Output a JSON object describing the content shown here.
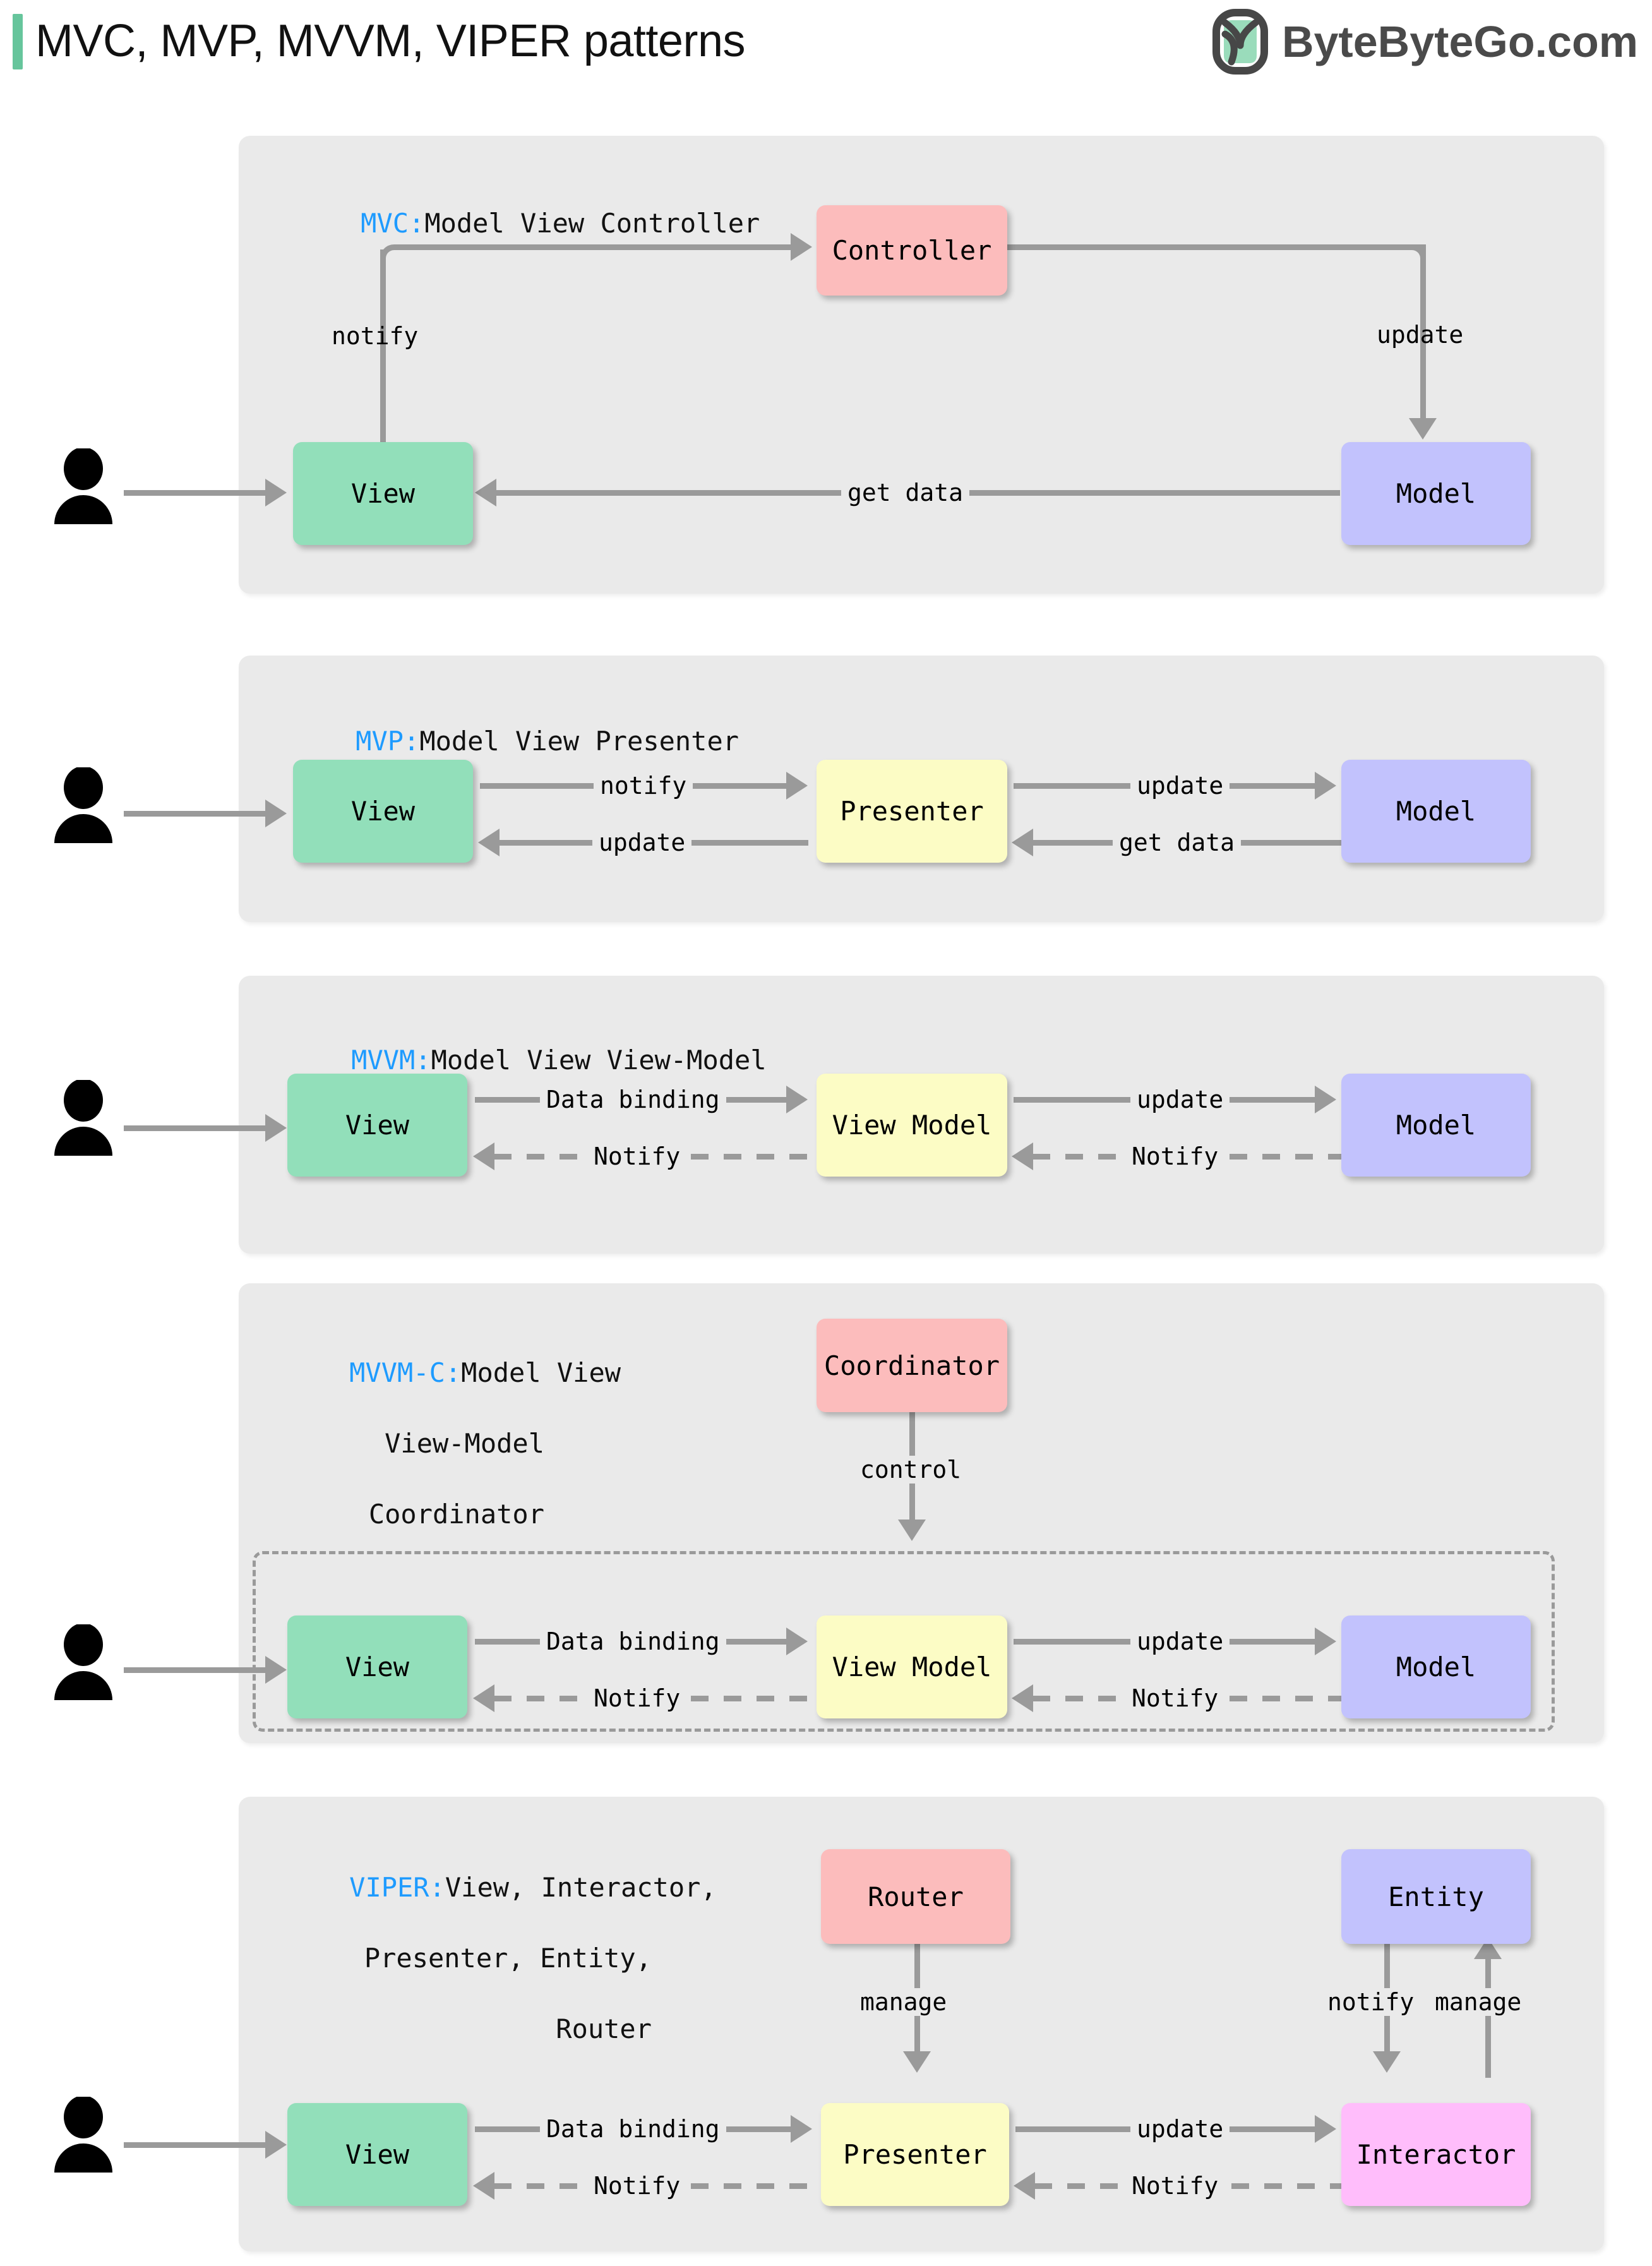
{
  "header": {
    "title": "MVC, MVP, MVVM, VIPER patterns",
    "brand": "ByteByteGo.com",
    "logo_icon": "bytebytego-leaf-logo-icon",
    "accent_color": "#66C59C"
  },
  "colors": {
    "panel_bg": "#EAEAEA",
    "view": "#92DFBA",
    "model": "#C2C2FD",
    "controller": "#FCBCBC",
    "presenter": "#FCFCC5",
    "interactor": "#FFBDFB",
    "arrow": "#9A9A9A",
    "label_key": "#1E9BFF"
  },
  "sections": [
    {
      "id": "mvc",
      "key": "MVC:",
      "title_lines": [
        "Model View Controller"
      ],
      "nodes": [
        {
          "id": "view",
          "label": "View"
        },
        {
          "id": "controller",
          "label": "Controller"
        },
        {
          "id": "model",
          "label": "Model"
        }
      ],
      "edges": [
        {
          "from": "view",
          "to": "controller",
          "label": "notify"
        },
        {
          "from": "controller",
          "to": "model",
          "label": "update"
        },
        {
          "from": "model",
          "to": "view",
          "label": "get data"
        },
        {
          "from": "user",
          "to": "view",
          "label": ""
        }
      ]
    },
    {
      "id": "mvp",
      "key": "MVP:",
      "title_lines": [
        "Model View Presenter"
      ],
      "nodes": [
        {
          "id": "view",
          "label": "View"
        },
        {
          "id": "presenter",
          "label": "Presenter"
        },
        {
          "id": "model",
          "label": "Model"
        }
      ],
      "edges": [
        {
          "from": "view",
          "to": "presenter",
          "label": "notify"
        },
        {
          "from": "presenter",
          "to": "model",
          "label": "update"
        },
        {
          "from": "presenter",
          "to": "view",
          "label": "update"
        },
        {
          "from": "model",
          "to": "presenter",
          "label": "get data"
        }
      ]
    },
    {
      "id": "mvvm",
      "key": "MVVM:",
      "title_lines": [
        "Model View View-Model"
      ],
      "nodes": [
        {
          "id": "view",
          "label": "View"
        },
        {
          "id": "viewmodel",
          "label": "View Model"
        },
        {
          "id": "model",
          "label": "Model"
        }
      ],
      "edges": [
        {
          "from": "view",
          "to": "viewmodel",
          "label": "Data binding"
        },
        {
          "from": "viewmodel",
          "to": "model",
          "label": "update"
        },
        {
          "from": "viewmodel",
          "to": "view",
          "label": "Notify",
          "style": "dashed"
        },
        {
          "from": "model",
          "to": "viewmodel",
          "label": "Notify",
          "style": "dashed"
        }
      ]
    },
    {
      "id": "mvvm-c",
      "key": "MVVM-C:",
      "title_lines": [
        "Model View",
        "View-Model",
        "Coordinator"
      ],
      "nodes": [
        {
          "id": "coordinator",
          "label": "Coordinator"
        },
        {
          "id": "view",
          "label": "View"
        },
        {
          "id": "viewmodel",
          "label": "View Model"
        },
        {
          "id": "model",
          "label": "Model"
        }
      ],
      "edges": [
        {
          "from": "coordinator",
          "to": "group",
          "label": "control"
        },
        {
          "from": "view",
          "to": "viewmodel",
          "label": "Data binding"
        },
        {
          "from": "viewmodel",
          "to": "model",
          "label": "update"
        },
        {
          "from": "viewmodel",
          "to": "view",
          "label": "Notify",
          "style": "dashed"
        },
        {
          "from": "model",
          "to": "viewmodel",
          "label": "Notify",
          "style": "dashed"
        }
      ]
    },
    {
      "id": "viper",
      "key": "VIPER:",
      "title_lines": [
        "View, Interactor,",
        "Presenter, Entity,",
        "Router"
      ],
      "nodes": [
        {
          "id": "router",
          "label": "Router"
        },
        {
          "id": "entity",
          "label": "Entity"
        },
        {
          "id": "view",
          "label": "View"
        },
        {
          "id": "presenter",
          "label": "Presenter"
        },
        {
          "id": "interactor",
          "label": "Interactor"
        }
      ],
      "edges": [
        {
          "from": "router",
          "to": "presenter",
          "label": "manage"
        },
        {
          "from": "entity",
          "to": "interactor",
          "label": "notify"
        },
        {
          "from": "interactor",
          "to": "entity",
          "label": "manage"
        },
        {
          "from": "view",
          "to": "presenter",
          "label": "Data binding"
        },
        {
          "from": "presenter",
          "to": "interactor",
          "label": "update"
        },
        {
          "from": "presenter",
          "to": "view",
          "label": "Notify",
          "style": "dashed"
        },
        {
          "from": "interactor",
          "to": "presenter",
          "label": "Notify",
          "style": "dashed"
        }
      ]
    }
  ]
}
